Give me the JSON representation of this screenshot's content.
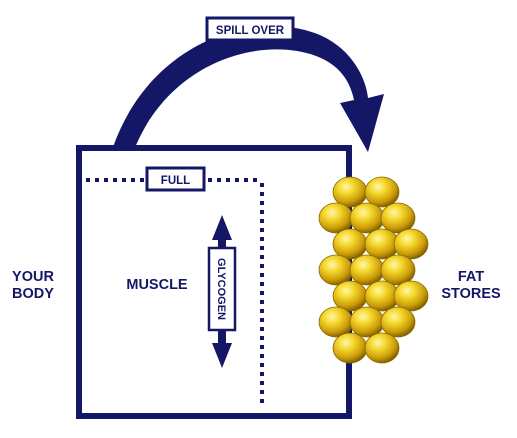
{
  "labels": {
    "spill_over": "SPILL OVER",
    "full": "FULL",
    "glycogen": "GLYCOGEN",
    "muscle": "MUSCLE",
    "your_body_line1": "YOUR",
    "your_body_line2": "BODY",
    "fat_stores_line1": "FAT",
    "fat_stores_line2": "STORES"
  },
  "colors": {
    "navy": "#141766",
    "fat_cell": "#f2d21c",
    "background": "#ffffff"
  },
  "icons": {
    "spill_arrow": "curved-arrow-icon",
    "glycogen_arrow": "double-vertical-arrow-icon"
  }
}
